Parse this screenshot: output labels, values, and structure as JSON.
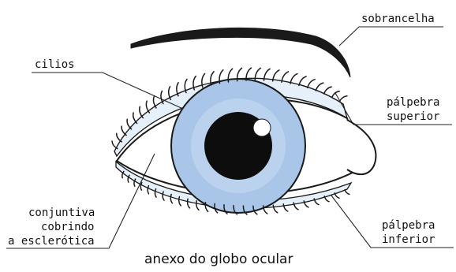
{
  "labels": {
    "eyebrow": "sobrancelha",
    "lashes": "cilios",
    "upper_lid_line1": "pálpebra",
    "upper_lid_line2": "superior",
    "lower_lid_line1": "pálpebra",
    "lower_lid_line2": "inferior",
    "conj_line1": "conjuntiva",
    "conj_line2": "cobrindo",
    "conj_line3": "a esclerótica"
  },
  "caption": "anexo do globo ocular",
  "colors": {
    "iris": "#a9c6e8",
    "iris_inner": "#c9dcf2",
    "pupil": "#0d0d0d",
    "lid_fill": "#e6f0fa",
    "outline": "#1a1a1a"
  }
}
